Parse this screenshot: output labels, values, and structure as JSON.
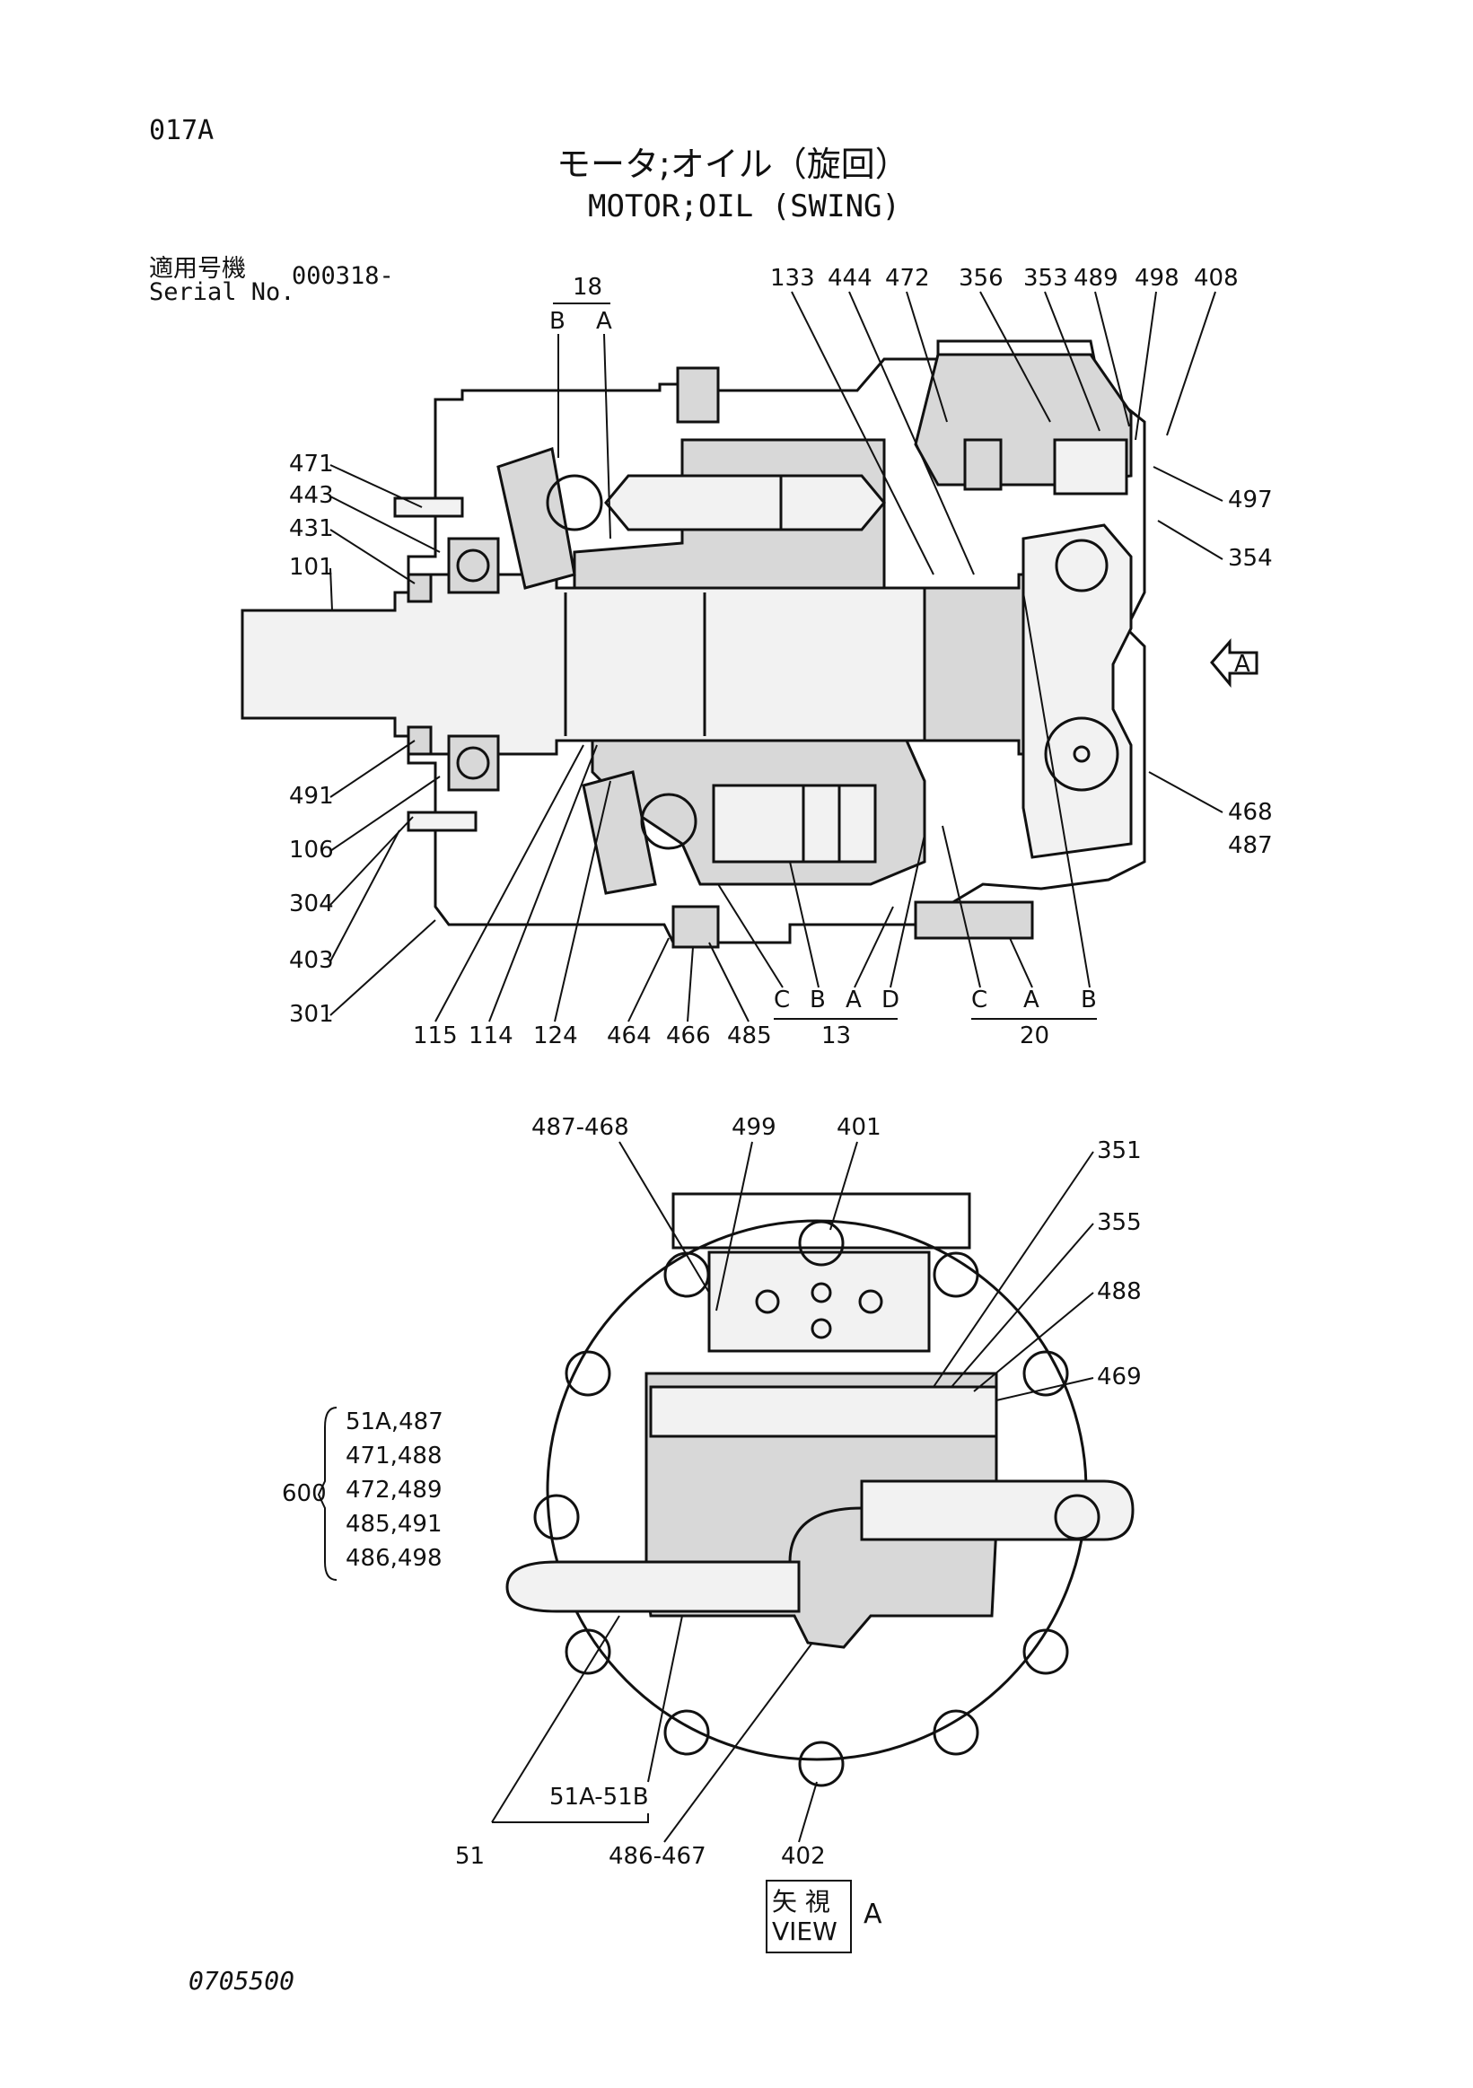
{
  "header": {
    "page_id": "017A",
    "title_jp": "モータ;オイル（旋回）",
    "title_en": "MOTOR;OIL (SWING)",
    "serial_label_jp": "適用号機",
    "serial_label_en": "Serial No.",
    "serial_value": "000318-"
  },
  "side_view": {
    "top_labels": [
      "133",
      "444",
      "472",
      "356",
      "353",
      "489",
      "498",
      "408"
    ],
    "group_18": "18",
    "group_18_b": "B",
    "group_18_a": "A",
    "left_labels": [
      "471",
      "443",
      "431",
      "101",
      "491",
      "106",
      "304",
      "403",
      "301"
    ],
    "right_labels": [
      "497",
      "354",
      "468",
      "487"
    ],
    "bottom_labels": [
      "115",
      "114",
      "124",
      "464",
      "466",
      "485"
    ],
    "group_13_letters": [
      "C",
      "B",
      "A",
      "D"
    ],
    "group_13": "13",
    "group_20_letters": [
      "C",
      "A",
      "B"
    ],
    "group_20": "20",
    "view_arrow": "A"
  },
  "end_view": {
    "top_labels": [
      "487-468",
      "499",
      "401"
    ],
    "right_labels": [
      "351",
      "355",
      "488",
      "469"
    ],
    "kit_label": "600",
    "kit_items": [
      "51A,487",
      "471,488",
      "472,489",
      "485,491",
      "486,498"
    ],
    "bottom_labels": [
      "51A-51B",
      "51",
      "486-467",
      "402"
    ],
    "view_caption_jp": "矢 視",
    "view_caption_en": "VIEW",
    "view_caption_letter": "A"
  },
  "footer": {
    "code": "0705500"
  }
}
